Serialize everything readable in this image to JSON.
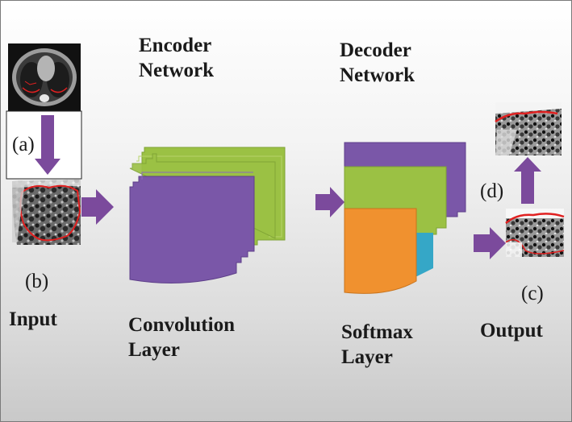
{
  "labels": {
    "encoder": "Encoder\nNetwork",
    "decoder": "Decoder\nNetwork",
    "input": "Input",
    "convolution": "Convolution\nLayer",
    "softmax": "Softmax\nLayer",
    "output": "Output",
    "a": "(a)",
    "b": "(b)",
    "c": "(c)",
    "d": "(d)"
  },
  "colors": {
    "arrow": "#7b4a9c",
    "purple": "#7a57a8",
    "green": "#9bc144",
    "orange": "#f0912f",
    "cyan": "#35a7c7",
    "contour": "#e02020"
  },
  "icons": [
    "ct-scan-image",
    "arrow-down",
    "arrow-right",
    "arrow-up"
  ]
}
